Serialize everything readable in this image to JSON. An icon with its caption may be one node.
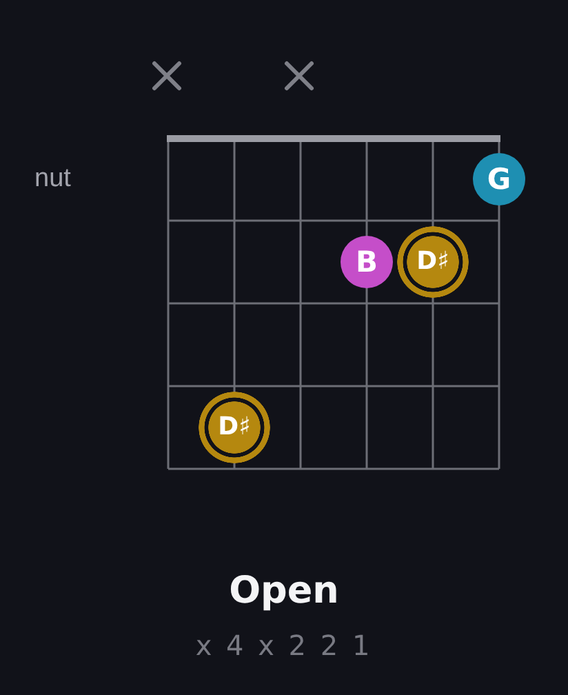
{
  "diagram": {
    "title": "Open",
    "caption": "x 4 x 2 2 1",
    "nodes": [
      {
        "text": [
          "G"
        ]
      },
      {
        "text": [
          "B"
        ]
      },
      {
        "text": [
          "D♯"
        ]
      },
      {
        "text": [
          "D♯"
        ]
      }
    ],
    "labels": [
      "nut"
    ]
  }
}
